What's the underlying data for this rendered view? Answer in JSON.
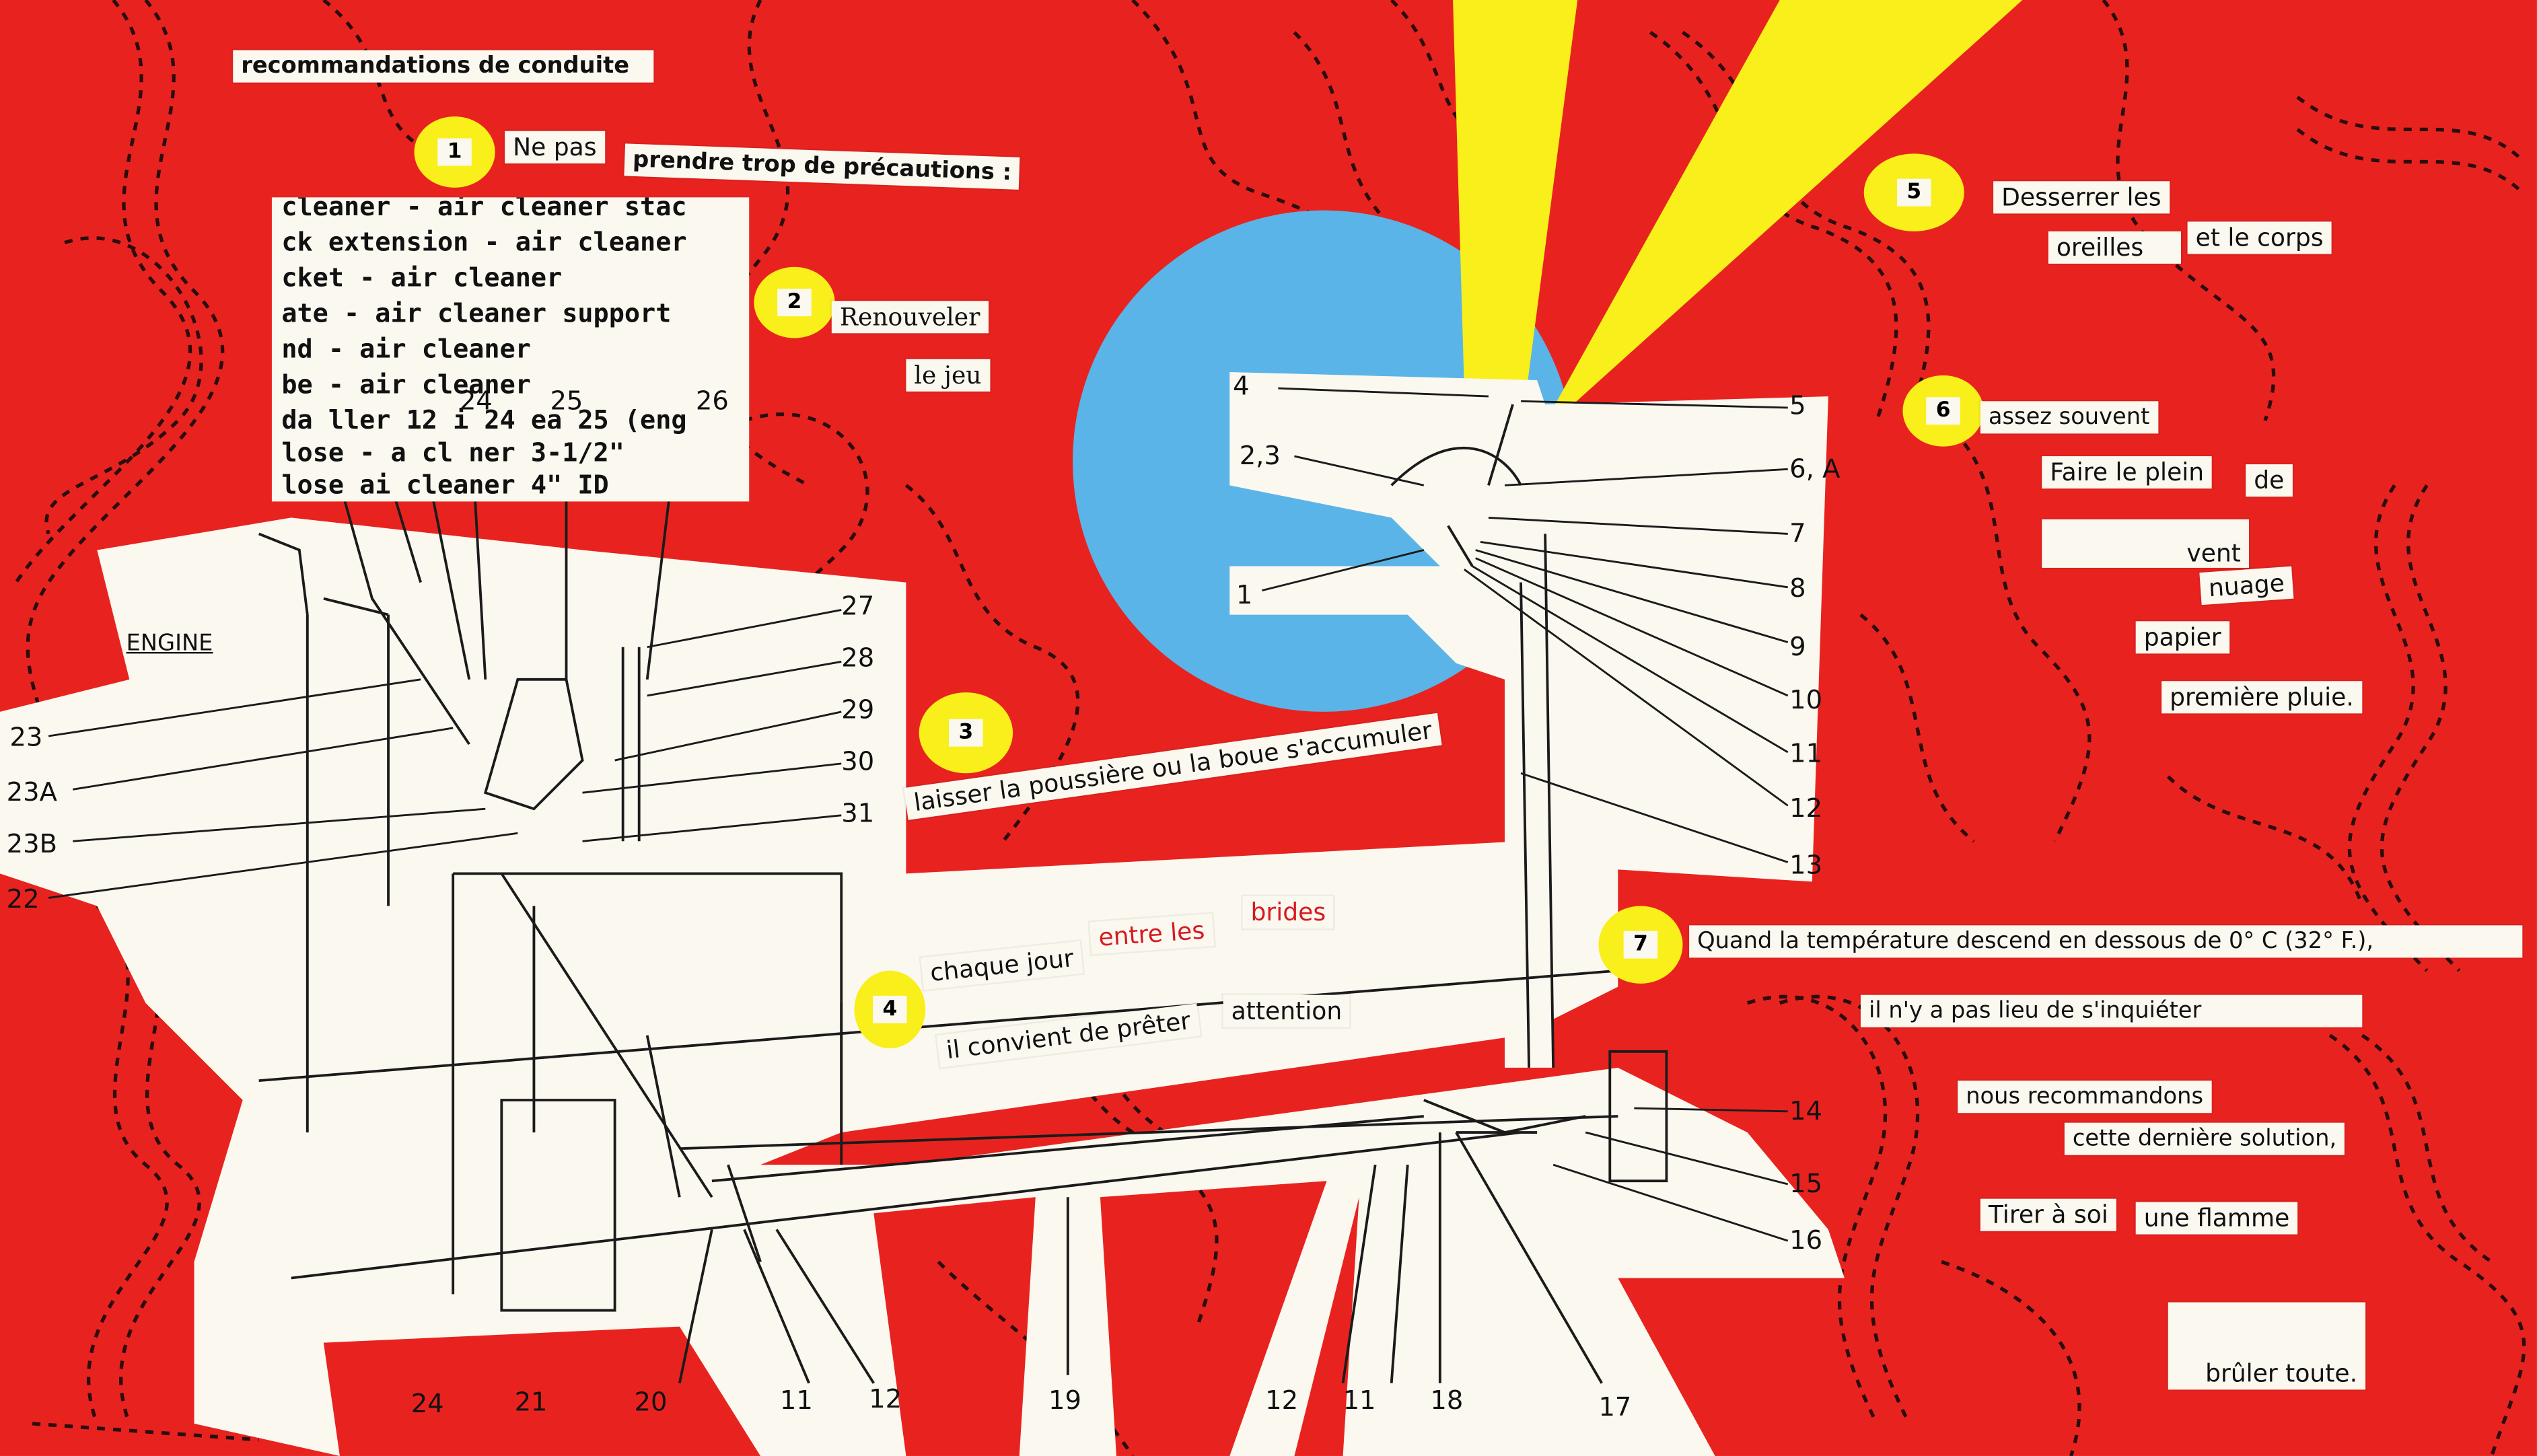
{
  "title": "recommandations de conduite",
  "badges": [
    "1",
    "2",
    "3",
    "4",
    "5",
    "6",
    "7"
  ],
  "phrases": {
    "p1a": "Ne pas",
    "p1b": "prendre trop de précautions :",
    "p2a": "Renouveler",
    "p2b": "le jeu",
    "p3": "laisser la poussière ou la boue s'accumuler",
    "p4a": "chaque jour",
    "p4b": "entre les",
    "p4c": "brides",
    "p4d": "il convient de prêter",
    "p4e": "attention",
    "p5a": "Desserrer les",
    "p5b": "oreilles",
    "p5c": "et le corps",
    "p6a": "assez souvent",
    "p6b": "Faire le plein",
    "p6c": "de",
    "p6d": "vent",
    "p6e": "nuage",
    "p6f": "papier",
    "p6g": "première pluie.",
    "p7a": "Quand la température descend en dessous de 0° C (32° F.),",
    "p7b": "il n'y a pas lieu de s'inquiéter",
    "p7c": "nous recommandons",
    "p7d": "cette dernière solution,",
    "p7e": "Tirer à soi",
    "p7f": "une flamme",
    "p7g": "brûler toute."
  },
  "specs": [
    "cleaner - air cleaner stac",
    "ck extension - air cleaner",
    "cket - air cleaner",
    "ate - air cleaner support",
    "nd - air cleaner",
    "be - air cleaner",
    "da ller  12 i 24 ea 25 (eng",
    "lose - a  cl  ner  3-1/2\"",
    "lose   ai  cleaner  4\" ID"
  ],
  "engine_label": "ENGINE",
  "left_numbers": [
    "23",
    "23A",
    "23B",
    "22",
    "24",
    "25",
    "26",
    "27",
    "28",
    "29",
    "30",
    "31"
  ],
  "bottom_numbers": [
    "24",
    "21",
    "20",
    "11",
    "12",
    "19",
    "12",
    "11",
    "18",
    "17"
  ],
  "right_numbers": [
    "4",
    "2,3",
    "1",
    "5",
    "6, A",
    "7",
    "8",
    "9",
    "10",
    "11",
    "12",
    "13",
    "14",
    "15",
    "16"
  ],
  "colors": {
    "background": "#e8231f",
    "sun": "#5ab4e8",
    "rays": "#f9ef1a",
    "paper": "#fbf8f0",
    "red_text": "#d71920"
  }
}
